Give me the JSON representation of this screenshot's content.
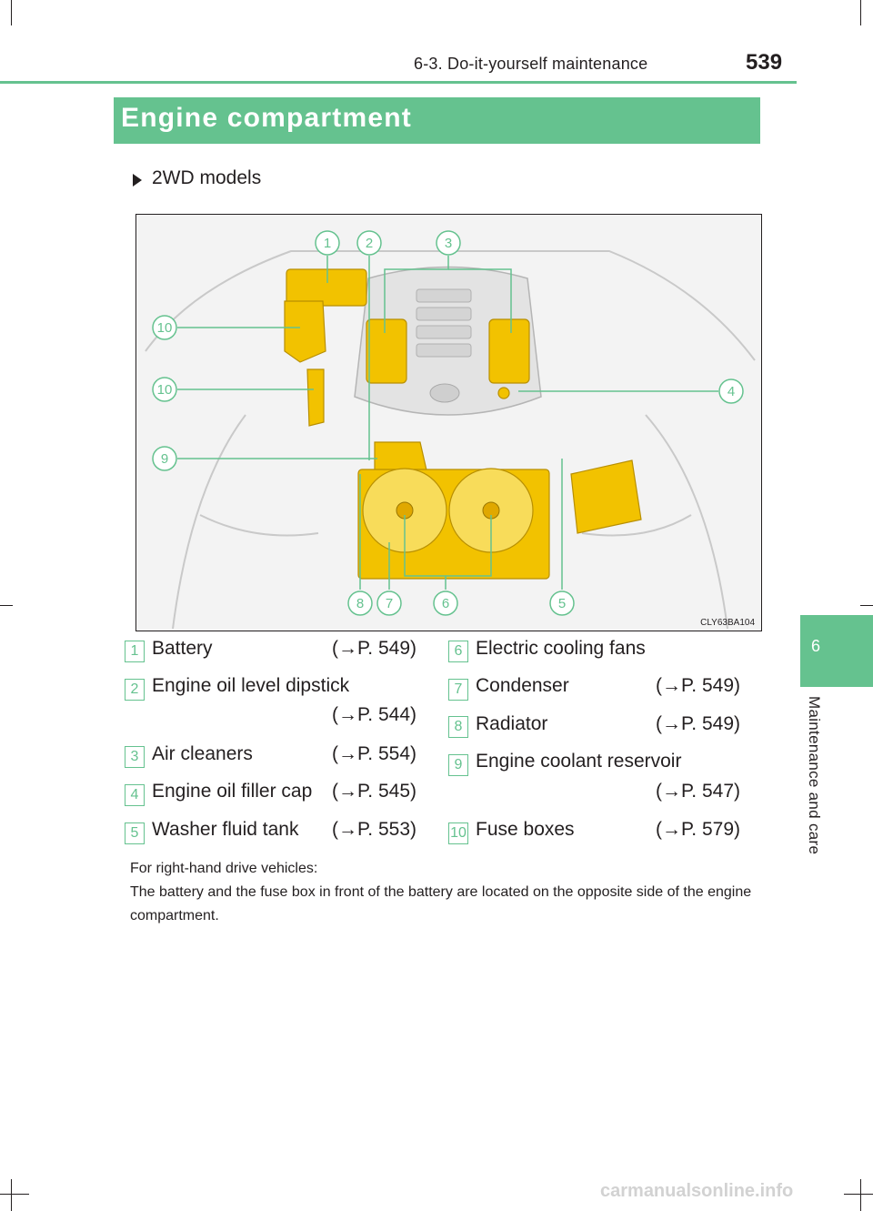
{
  "header": {
    "section": "6-3. Do-it-yourself maintenance",
    "page_number": "539"
  },
  "title": "Engine compartment",
  "side_tab": {
    "chapter_number": "6",
    "chapter_title": "Maintenance and care"
  },
  "subheading": "2WD models",
  "illustration": {
    "code": "CLY63BA104",
    "callouts": [
      "1",
      "2",
      "3",
      "4",
      "5",
      "6",
      "7",
      "8",
      "9",
      "10",
      "10"
    ]
  },
  "legend": [
    {
      "num": "1",
      "label": "Battery",
      "ref": "(→P. 549)"
    },
    {
      "num": "2",
      "label": "Engine oil level dipstick",
      "ref": "(→P. 544)"
    },
    {
      "num": "3",
      "label": "Air cleaners",
      "ref": "(→P. 554)"
    },
    {
      "num": "4",
      "label": "Engine oil filler cap",
      "ref": "(→P. 545)"
    },
    {
      "num": "5",
      "label": "Washer fluid tank",
      "ref": "(→P. 553)"
    },
    {
      "num": "6",
      "label": "Electric cooling fans",
      "ref": ""
    },
    {
      "num": "7",
      "label": "Condenser",
      "ref": "(→P. 549)"
    },
    {
      "num": "8",
      "label": "Radiator",
      "ref": "(→P. 549)"
    },
    {
      "num": "9",
      "label": "Engine coolant reservoir",
      "ref": "(→P. 547)"
    },
    {
      "num": "10",
      "label": "Fuse boxes",
      "ref": "(→P. 579)"
    }
  ],
  "note": {
    "line1": "For right-hand drive vehicles:",
    "line2": "The battery and the fuse box in front of the battery are located on the opposite side of the engine compartment."
  },
  "watermark": "carmanualsonline.info",
  "colors": {
    "accent": "#65c28f",
    "component": "#f2c200",
    "text": "#231f20"
  }
}
